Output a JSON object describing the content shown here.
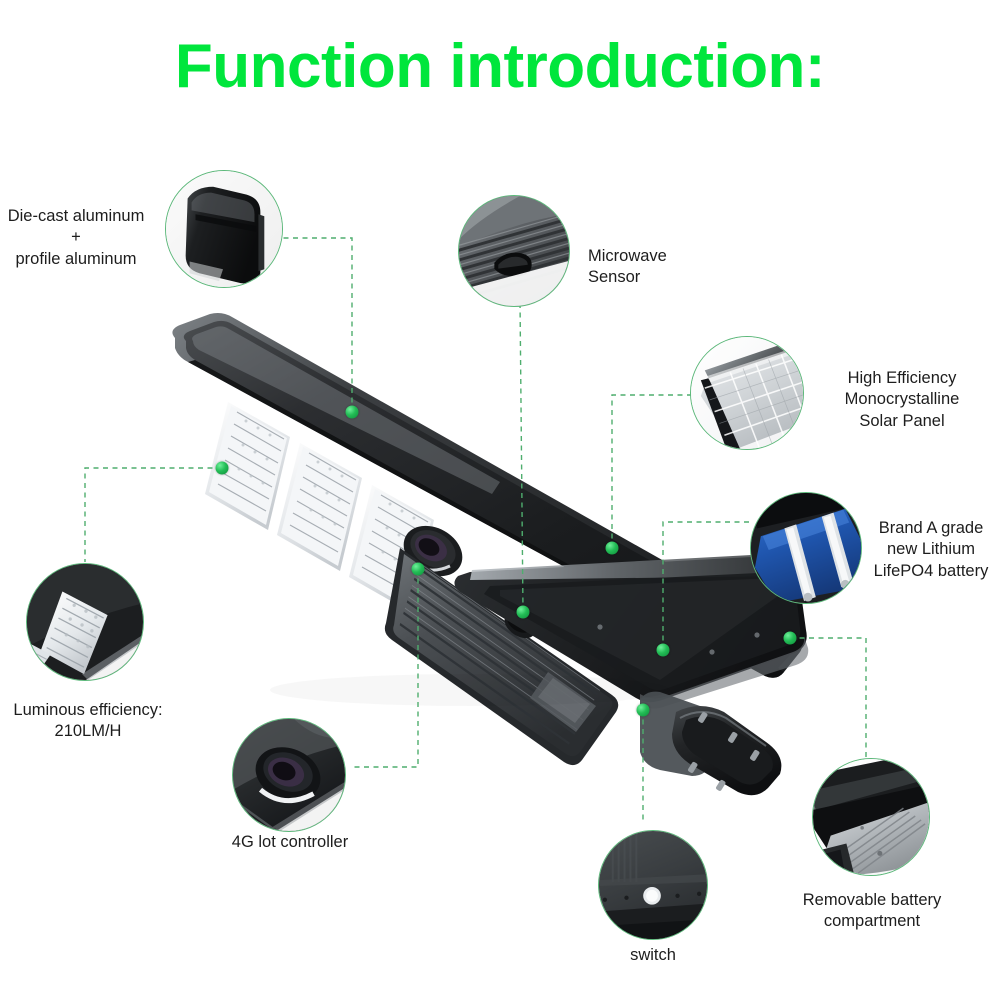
{
  "page": {
    "title": "Function introduction:",
    "title_color": "#00e63c",
    "background": "#ffffff",
    "accent_green": "#23bd56",
    "line_green": "#5cb87a"
  },
  "callouts": [
    {
      "id": "die-cast-aluminum",
      "label": "Die-cast aluminum\n+\nprofile aluminum",
      "inset": "closeup-housing-end-cap"
    },
    {
      "id": "microwave-sensor",
      "label": "Microwave\nSensor",
      "inset": "closeup-microwave-sensor-port"
    },
    {
      "id": "solar-panel",
      "label": "High Efficiency\nMonocrystalline\nSolar Panel",
      "inset": "closeup-monocrystalline-panel"
    },
    {
      "id": "battery",
      "label": "Brand A grade\nnew Lithium\nLifePO4 battery",
      "inset": "closeup-lithium-battery-cells"
    },
    {
      "id": "luminous-efficiency",
      "label": "Luminous efficiency:\n210LM/H",
      "inset": "closeup-led-modules"
    },
    {
      "id": "iot-controller",
      "label": "4G  lot controller",
      "inset": "closeup-4g-controller-dome"
    },
    {
      "id": "switch",
      "label": "switch",
      "inset": "closeup-power-switch"
    },
    {
      "id": "battery-compartment",
      "label": "Removable battery\ncompartment",
      "inset": "closeup-battery-compartment"
    }
  ]
}
